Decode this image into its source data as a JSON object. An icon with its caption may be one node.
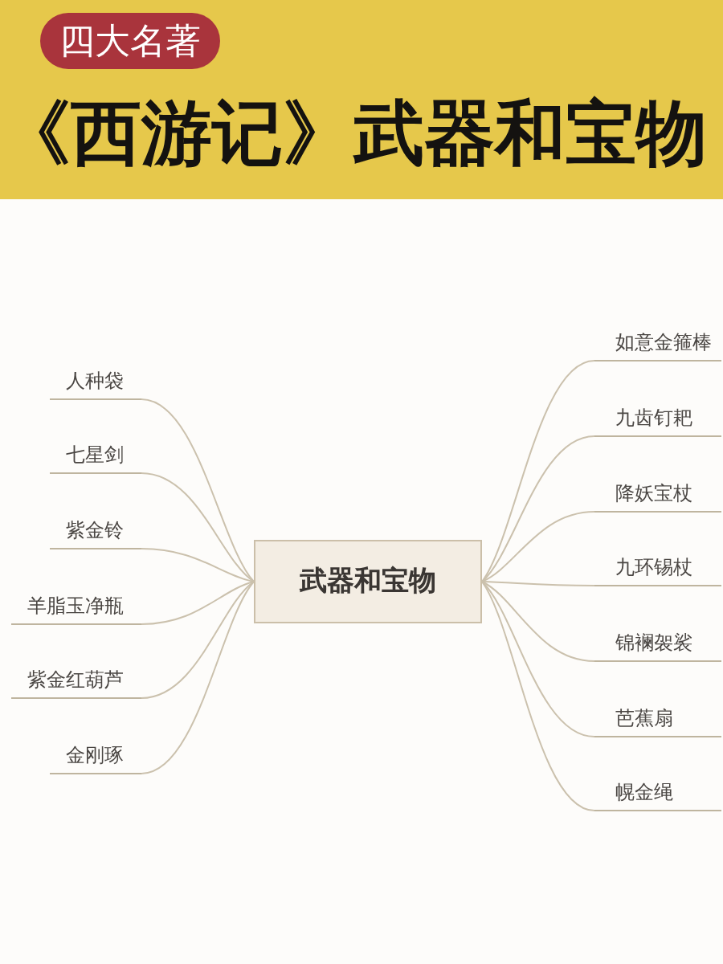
{
  "diagram": {
    "title": "《西游记》武器和宝物",
    "nodes": [
      {
        "text": [
          "武器和宝物"
        ]
      },
      {
        "text": [
          "人种袋"
        ]
      },
      {
        "text": [
          "七星剑"
        ]
      },
      {
        "text": [
          "紫金铃"
        ]
      },
      {
        "text": [
          "羊脂玉净瓶"
        ]
      },
      {
        "text": [
          "紫金红葫芦"
        ]
      },
      {
        "text": [
          "金刚琢"
        ]
      },
      {
        "text": [
          "如意金箍棒"
        ]
      },
      {
        "text": [
          "九齿钉耙"
        ]
      },
      {
        "text": [
          "降妖宝杖"
        ]
      },
      {
        "text": [
          "九环锡杖"
        ]
      },
      {
        "text": [
          "锦襕袈裟"
        ]
      },
      {
        "text": [
          "芭蕉扇"
        ]
      },
      {
        "text": [
          "幌金绳"
        ]
      }
    ],
    "edges": [
      {
        "from": 0,
        "to": 1,
        "arrow": "none"
      },
      {
        "from": 0,
        "to": 2,
        "arrow": "none"
      },
      {
        "from": 0,
        "to": 3,
        "arrow": "none"
      },
      {
        "from": 0,
        "to": 4,
        "arrow": "none"
      },
      {
        "from": 0,
        "to": 5,
        "arrow": "none"
      },
      {
        "from": 0,
        "to": 6,
        "arrow": "none"
      },
      {
        "from": 0,
        "to": 7,
        "arrow": "none"
      },
      {
        "from": 0,
        "to": 8,
        "arrow": "none"
      },
      {
        "from": 0,
        "to": 9,
        "arrow": "none"
      },
      {
        "from": 0,
        "to": 10,
        "arrow": "none"
      },
      {
        "from": 0,
        "to": 11,
        "arrow": "none"
      },
      {
        "from": 0,
        "to": 12,
        "arrow": "none"
      },
      {
        "from": 0,
        "to": 13,
        "arrow": "none"
      }
    ],
    "labels": [
      "四大名著"
    ]
  }
}
